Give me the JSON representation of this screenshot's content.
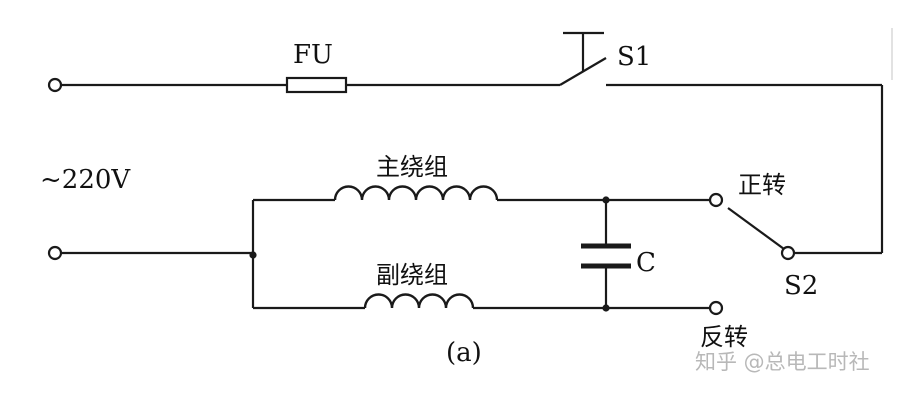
{
  "labels": {
    "fuse": "FU",
    "switch1": "S1",
    "voltage": "~220V",
    "main_winding": "主绕组",
    "aux_winding": "副绕组",
    "capacitor": "C",
    "forward": "正转",
    "reverse": "反转",
    "switch2": "S2",
    "figure_tag": "(a)"
  },
  "watermark": "知乎 @总电工时社"
}
